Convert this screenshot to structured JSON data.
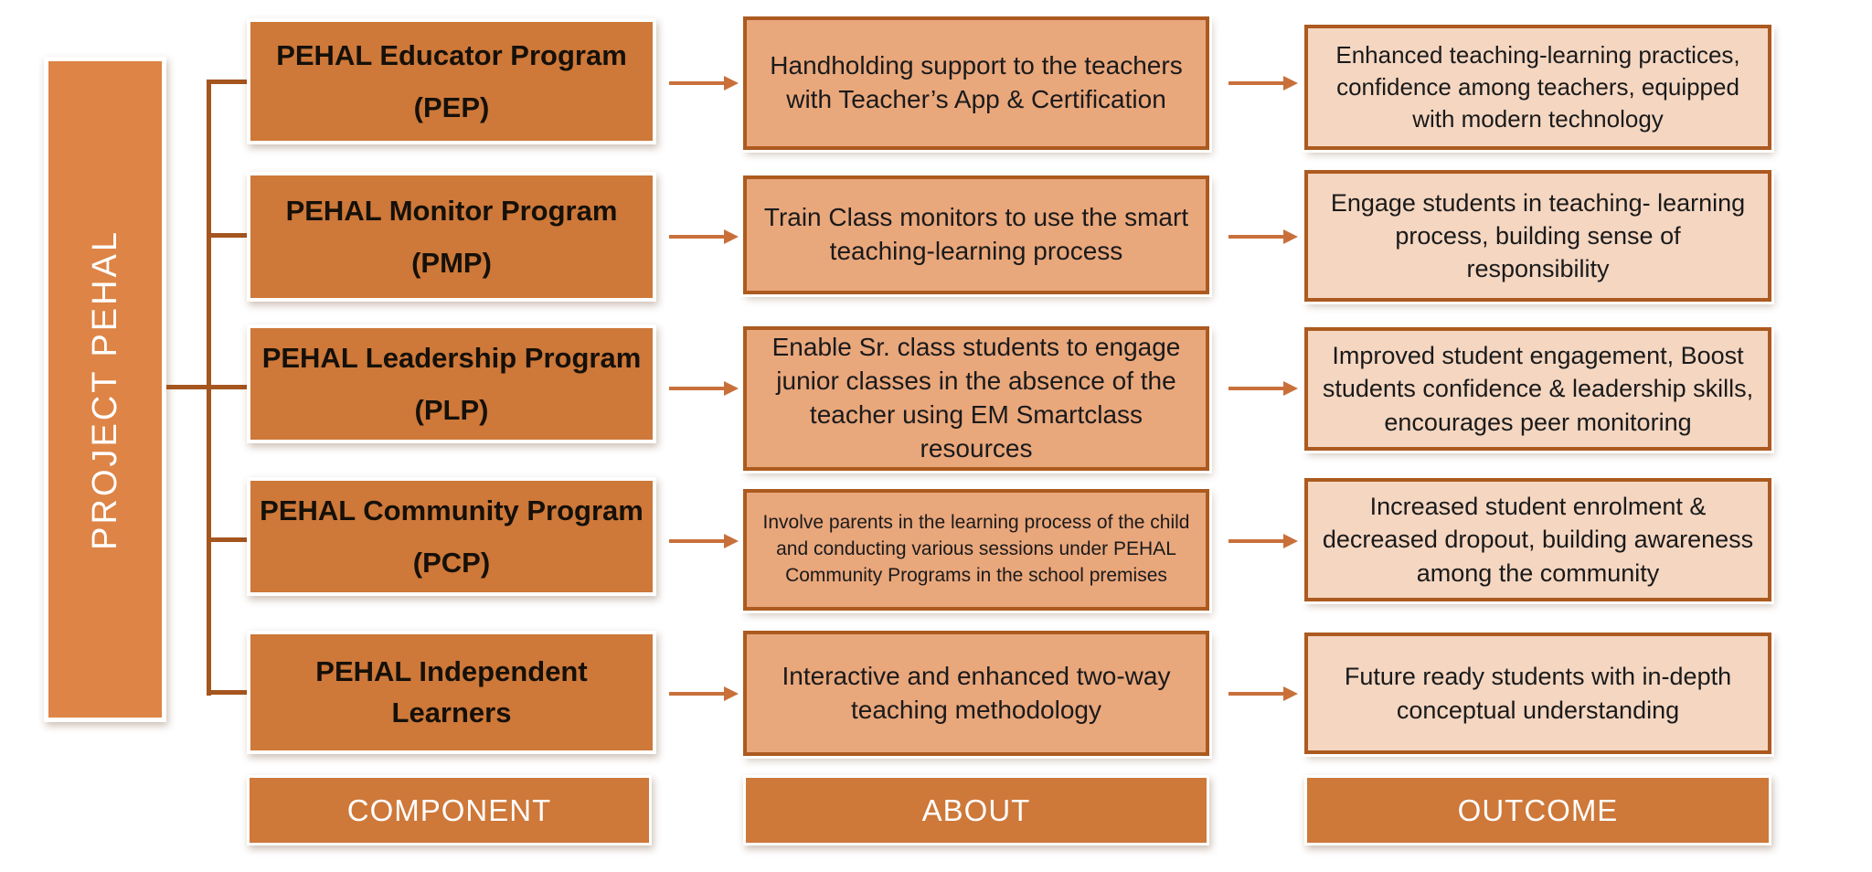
{
  "diagram": {
    "root_label": "PROJECT PEHAL",
    "column_headers": {
      "component": "COMPONENT",
      "about": "ABOUT",
      "outcome": "OUTCOME"
    },
    "rows": [
      {
        "component_line1": "PEHAL Educator Program",
        "component_line2": "(PEP)",
        "about": "Handholding support to the teachers with Teacher’s App & Certification",
        "outcome": "Enhanced teaching-learning practices, confidence among teachers, equipped with modern technology"
      },
      {
        "component_line1": "PEHAL Monitor Program",
        "component_line2": "(PMP)",
        "about": "Train Class monitors to use the smart teaching-learning process",
        "outcome": "Engage students in teaching- learning process, building sense of responsibility"
      },
      {
        "component_line1": "PEHAL Leadership Program",
        "component_line2": "(PLP)",
        "about": "Enable Sr. class students to engage junior classes in the absence of the teacher using EM Smartclass resources",
        "outcome": "Improved student engagement, Boost students confidence & leadership skills, encourages peer monitoring"
      },
      {
        "component_line1": "PEHAL Community Program",
        "component_line2": "(PCP)",
        "about": "Involve parents in the learning process of the child and conducting various sessions under PEHAL Community Programs in the school premises",
        "outcome": "Increased student enrolment & decreased dropout, building awareness among the community"
      },
      {
        "component_line1": "PEHAL Independent",
        "component_line2": "Learners",
        "about": "Interactive and enhanced two-way teaching methodology",
        "outcome": "Future ready students with in-depth conceptual understanding"
      }
    ],
    "colors": {
      "sidebar_fill": "#dd8446",
      "component_fill": "#ce7839",
      "about_fill": "#e9a77c",
      "outcome_fill": "#f4d6c1",
      "box_border": "#ac5a1f",
      "connector": "#a5551e",
      "arrow": "#c9703a",
      "header_fill": "#ce7839",
      "header_text": "#ffffff"
    }
  }
}
